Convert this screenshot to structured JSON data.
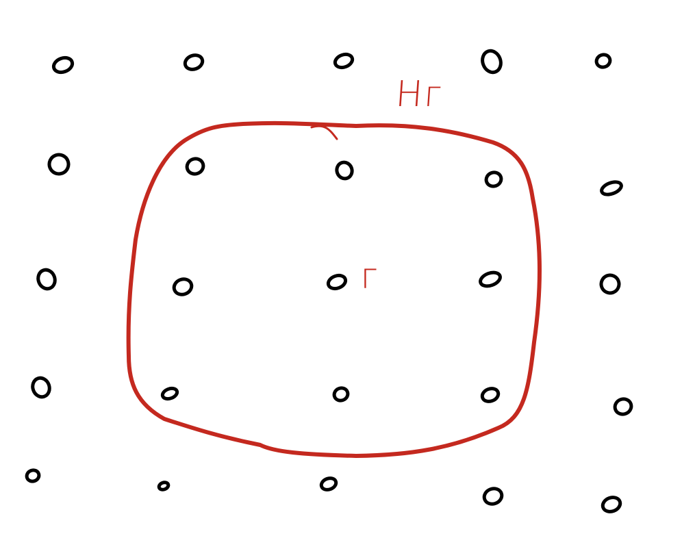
{
  "diagram": {
    "colors": {
      "ink": "#000000",
      "region": "#c4291f",
      "background": "#ffffff"
    },
    "lattice": {
      "rows": 5,
      "cols": 5
    },
    "labels": {
      "subgroup": "Hг",
      "lattice_point": "г"
    }
  }
}
